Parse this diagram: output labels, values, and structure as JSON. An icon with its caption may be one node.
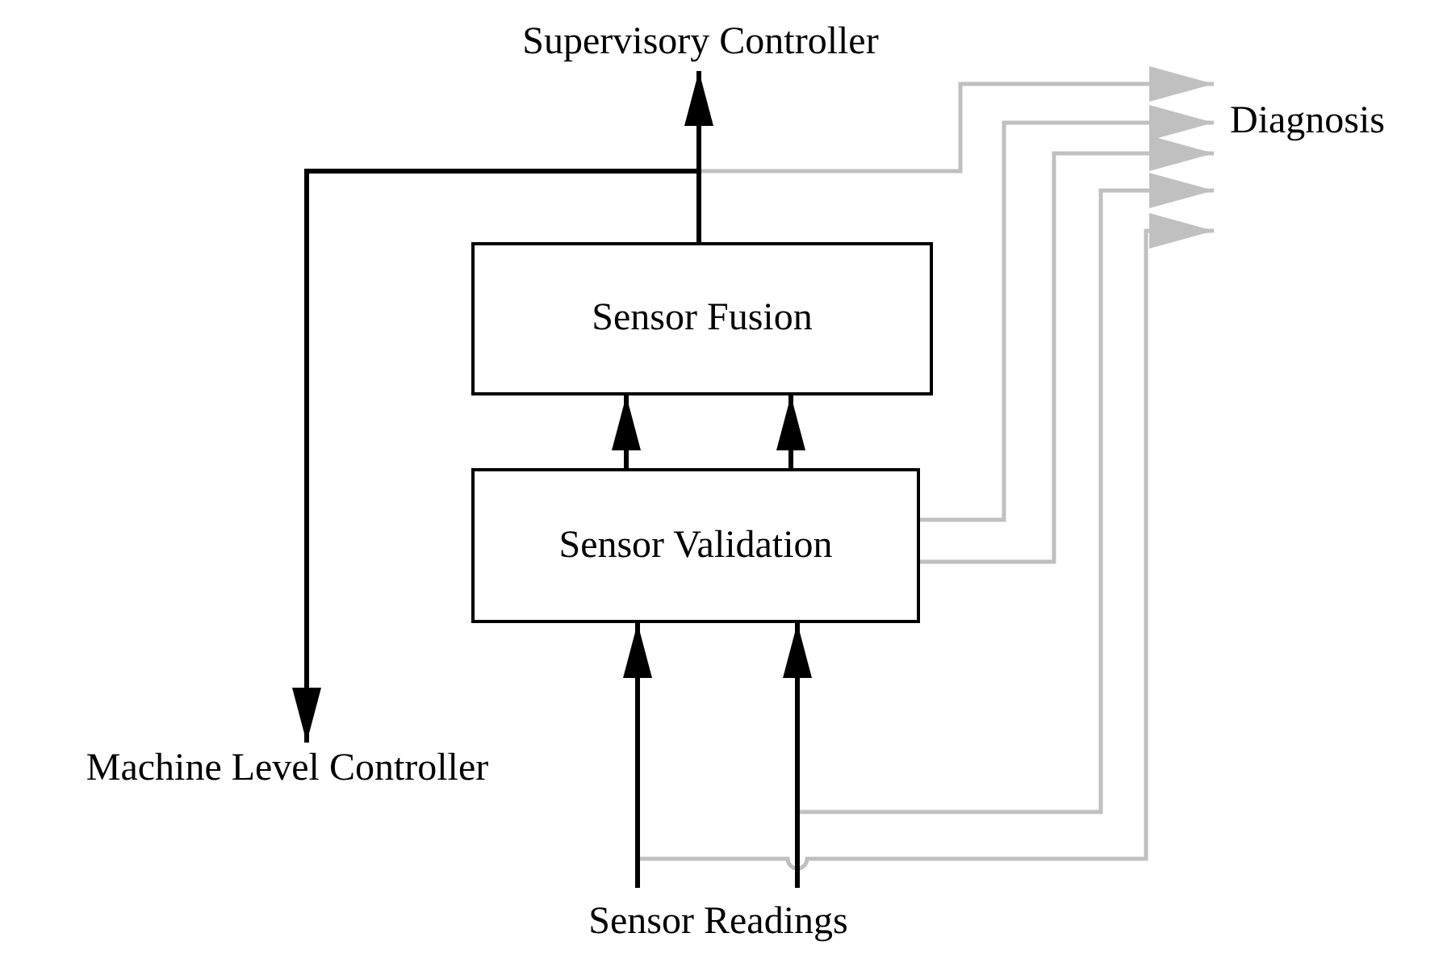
{
  "diagram": {
    "nodes": [
      {
        "text": [
          "Supervisory Controller"
        ]
      },
      {
        "text": [
          "Diagnosis"
        ]
      },
      {
        "text": [
          "Sensor Fusion"
        ]
      },
      {
        "text": [
          "Sensor Validation"
        ]
      },
      {
        "text": [
          "Machine Level Controller"
        ]
      },
      {
        "text": [
          "Sensor Readings"
        ]
      }
    ],
    "edges": [
      {
        "from": 2,
        "to": 0,
        "arrow": "to"
      },
      {
        "from": 2,
        "to": 4,
        "arrow": "to"
      },
      {
        "from": 2,
        "to": 1,
        "arrow": "to",
        "color": "#c0c0c0"
      },
      {
        "from": 3,
        "to": 2,
        "arrow": "to"
      },
      {
        "from": 3,
        "to": 2,
        "arrow": "to"
      },
      {
        "from": 3,
        "to": 1,
        "arrow": "to",
        "color": "#c0c0c0"
      },
      {
        "from": 3,
        "to": 1,
        "arrow": "to",
        "color": "#c0c0c0"
      },
      {
        "from": 5,
        "to": 3,
        "arrow": "to"
      },
      {
        "from": 5,
        "to": 3,
        "arrow": "to"
      },
      {
        "from": 5,
        "to": 1,
        "arrow": "to",
        "color": "#c0c0c0"
      },
      {
        "from": 5,
        "to": 1,
        "arrow": "to",
        "color": "#c0c0c0"
      }
    ]
  }
}
